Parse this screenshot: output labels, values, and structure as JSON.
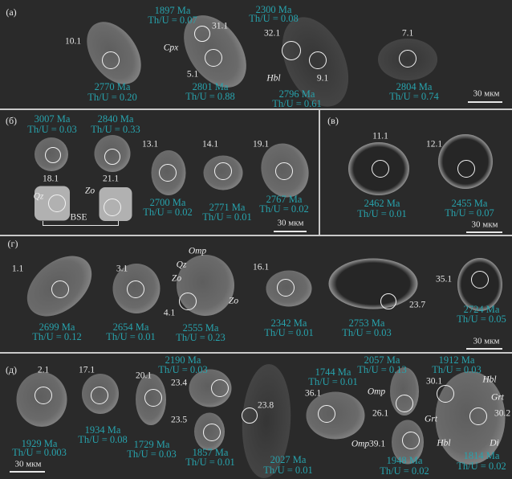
{
  "figure": {
    "panels": {
      "a": {
        "label": "(а)",
        "scale": "30 мкм",
        "spots": [
          "10.1",
          "31.1",
          "5.1",
          "32.1",
          "9.1",
          "7.1"
        ],
        "minerals": [
          "Cpx",
          "Hbl"
        ],
        "ages": [
          {
            "age": "1897 Ma",
            "thu": "Th/U = 0.07"
          },
          {
            "age": "2300 Ma",
            "thu": "Th/U = 0.08"
          },
          {
            "age": "2770 Ma",
            "thu": "Th/U = 0.20"
          },
          {
            "age": "2801 Ma",
            "thu": "Th/U = 0.88"
          },
          {
            "age": "2796 Ma",
            "thu": "Th/U = 0.61"
          },
          {
            "age": "2804 Ma",
            "thu": "Th/U = 0.74"
          }
        ]
      },
      "b": {
        "label": "(б)",
        "scale": "30 мкм",
        "bse": "BSE",
        "spots": [
          "18.1",
          "21.1",
          "13.1",
          "14.1",
          "19.1"
        ],
        "minerals": [
          "Qz",
          "Zo"
        ],
        "ages": [
          {
            "age": "3007 Ma",
            "thu": "Th/U = 0.03"
          },
          {
            "age": "2840 Ma",
            "thu": "Th/U = 0.33"
          },
          {
            "age": "2700 Ma",
            "thu": "Th/U = 0.02"
          },
          {
            "age": "2771 Ma",
            "thu": "Th/U = 0.01"
          },
          {
            "age": "2767 Ma",
            "thu": "Th/U = 0.02"
          }
        ]
      },
      "v": {
        "label": "(в)",
        "scale": "30 мкм",
        "spots": [
          "11.1",
          "12.1"
        ],
        "ages": [
          {
            "age": "2462 Ma",
            "thu": "Th/U = 0.01"
          },
          {
            "age": "2455 Ma",
            "thu": "Th/U = 0.07"
          }
        ]
      },
      "g": {
        "label": "(г)",
        "scale": "30 мкм",
        "spots": [
          "1.1",
          "3.1",
          "4.1",
          "16.1",
          "23.7",
          "35.1"
        ],
        "minerals": [
          "Omp",
          "Qz",
          "Zo",
          "Zo"
        ],
        "ages": [
          {
            "age": "2699 Ma",
            "thu": "Th/U = 0.12"
          },
          {
            "age": "2654 Ma",
            "thu": "Th/U = 0.01"
          },
          {
            "age": "2555 Ma",
            "thu": "Th/U = 0.23"
          },
          {
            "age": "2342 Ma",
            "thu": "Th/U = 0.01"
          },
          {
            "age": "2753 Ma",
            "thu": "Th/U = 0.03"
          },
          {
            "age": "2724 Ma",
            "thu": "Th/U = 0.05"
          }
        ]
      },
      "d": {
        "label": "(д)",
        "scale": "30 мкм",
        "spots": [
          "2.1",
          "17.1",
          "20.1",
          "23.4",
          "23.5",
          "23.8",
          "36.1",
          "26.1",
          "39.1",
          "30.1",
          "30.2"
        ],
        "minerals": [
          "Omp",
          "Omp",
          "Hbl",
          "Grt",
          "Grt",
          "Hbl",
          "Di"
        ],
        "ages": [
          {
            "age": "2190 Ma",
            "thu": "Th/U = 0.03"
          },
          {
            "age": "1744 Ma",
            "thu": "Th/U = 0.01"
          },
          {
            "age": "2057 Ma",
            "thu": "Th/U = 0.13"
          },
          {
            "age": "1912 Ma",
            "thu": "Th/U = 0.03"
          },
          {
            "age": "1929 Ma",
            "thu": "Th/U = 0.003"
          },
          {
            "age": "1934 Ma",
            "thu": "Th/U = 0.08"
          },
          {
            "age": "1729 Ma",
            "thu": "Th/U = 0.03"
          },
          {
            "age": "1857 Ma",
            "thu": "Th/U = 0.01"
          },
          {
            "age": "2027 Ma",
            "thu": "Th/U = 0.01"
          },
          {
            "age": "1948 Ma",
            "thu": "Th/U = 0.02"
          },
          {
            "age": "1814 Ma",
            "thu": "Th/U = 0.02"
          }
        ]
      }
    }
  }
}
